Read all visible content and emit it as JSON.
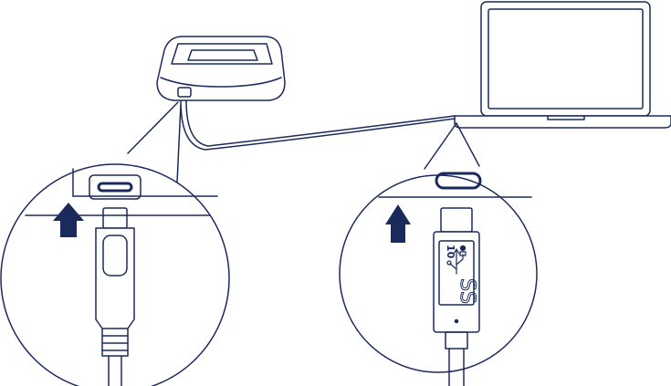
{
  "connector_markings": {
    "speed_label": "10",
    "superspeed_label": "SS"
  },
  "colors": {
    "line": "#1b2a5c",
    "arrow_fill": "#1b2a5c",
    "background": "#ffffff"
  },
  "icons": [
    "laptop",
    "external-drive",
    "usb-c-cable",
    "up-arrow",
    "usb-logo"
  ]
}
